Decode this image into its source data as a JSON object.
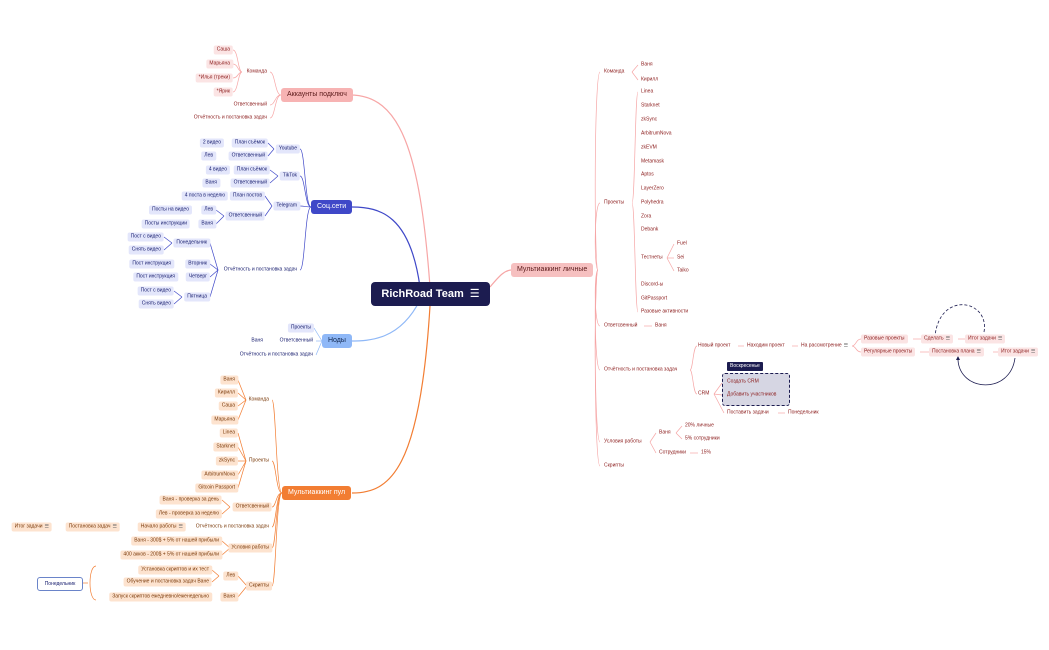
{
  "root": {
    "label": "RichRoad Team"
  },
  "branches": {
    "accounts": {
      "label": "Аккаунты подключ",
      "team": {
        "label": "Команда",
        "members": [
          "Саша",
          "Марьяна",
          "*Илья (треки)",
          "*Ярик"
        ]
      },
      "responsible": "Ответсвенный",
      "reporting": "Отчётность и постановка задач"
    },
    "social": {
      "label": "Соц.сети",
      "youtube": {
        "label": "Youtube",
        "plan": "План съёмок",
        "plan_value": "2 видео",
        "resp": "Ответсвенный",
        "resp_value": "Лев"
      },
      "tiktok": {
        "label": "TikTok",
        "plan": "План съёмок",
        "plan_value": "4 видео",
        "resp": "Ответсвенный",
        "resp_value": "Ваня"
      },
      "telegram": {
        "label": "Telegram",
        "plan": "План постов",
        "plan_value": "4 поста в неделю",
        "resp": "Ответсвенный",
        "lev": "Лев",
        "lev_value": "Посты на видео",
        "vanya": "Ваня",
        "vanya_value": "Посты инструкции"
      },
      "reporting": {
        "label": "Отчётность и постановка задач",
        "monday": {
          "label": "Понедельник",
          "items": [
            "Пост с видео",
            "Снять видео"
          ]
        },
        "tuesday": {
          "label": "Вторник",
          "item": "Пост инструкция"
        },
        "thursday": {
          "label": "Четверг",
          "item": "Пост инструкция"
        },
        "friday": {
          "label": "Пятница",
          "items": [
            "Пост с видео",
            "Снять видео"
          ]
        }
      }
    },
    "nodes": {
      "label": "Ноды",
      "projects": "Проекты",
      "responsible": "Ответсвенный",
      "responsible_value": "Ваня",
      "reporting": "Отчётность и постановка задач"
    },
    "pool": {
      "label": "Мультиаккинг пул",
      "team": {
        "label": "Команда",
        "members": [
          "Ваня",
          "Кирилл",
          "Саша",
          "Марьяна"
        ]
      },
      "projects": {
        "label": "Проекты",
        "items": [
          "Linea",
          "Starknet",
          "zkSync",
          "ArbitrumNova",
          "Gitcoin Passport"
        ]
      },
      "responsible": {
        "label": "Ответсвенный",
        "items": [
          "Ваня - проверка за день",
          "Лев - проверка за неделю"
        ]
      },
      "reporting": {
        "label": "Отчётность и постановка задач",
        "start": "Начало работы",
        "set": "Постановка задач",
        "result": "Итог задачи"
      },
      "conditions": {
        "label": "Условия работы",
        "items": [
          "Ваня - 300$ + 5% от нашей прибыли",
          "400 акков - 200$ + 5% от нашей прибыли"
        ]
      },
      "scripts": {
        "label": "Скрипты",
        "lev": {
          "label": "Лев",
          "items": [
            "Установка скриптов и их тест",
            "Обучение и постановка задач Ване"
          ]
        },
        "vanya": {
          "label": "Ваня",
          "item": "Запуск скриптов ежедневно/еженедельно"
        },
        "monday_box": "Понедельник"
      }
    },
    "personal": {
      "label": "Мультиаккинг личные",
      "team": {
        "label": "Команда",
        "members": [
          "Ваня",
          "Кирилл"
        ]
      },
      "projects": {
        "label": "Проекты",
        "items": [
          "Linea",
          "Starknet",
          "zkSync",
          "ArbitrumNova",
          "zkEVM",
          "Metamask",
          "Aptos",
          "LayerZero",
          "Polyhedra",
          "Zora",
          "Debank"
        ],
        "testnets": {
          "label": "Тестнеты",
          "items": [
            "Fuel",
            "Sei",
            "Taiko"
          ]
        },
        "after": [
          "Discord-ы",
          "GitPassport",
          "Разовые активности"
        ]
      },
      "responsible": {
        "label": "Ответсвенный",
        "value": "Ваня"
      },
      "reporting": {
        "label": "Отчётность и постановка задач",
        "new_project": "Новый проект",
        "find_project": "Находим проект",
        "review": "На рассмотрение",
        "one_off": "Разовые проекты",
        "done": "Сделать",
        "result1": "Итог задачи",
        "regular": "Регулярные проекты",
        "set_plan": "Постановка плана",
        "result2": "Итог задачи",
        "crm": "CRM",
        "sunday": "Воскресенье",
        "create_crm": "Создать CRM",
        "add_members": "Добавить участников",
        "set_tasks": "Поставить задачи",
        "monday": "Понедельник"
      },
      "conditions": {
        "label": "Условия работы",
        "vanya": {
          "label": "Ваня",
          "items": [
            "20% личные",
            "5% сотрудники"
          ]
        },
        "staff": {
          "label": "Сотрудники",
          "value": "15%"
        }
      },
      "scripts": "Скрипты"
    }
  },
  "colors": {
    "root": "#1c1c50",
    "accounts": "#f7b3b3",
    "social": "#3f48c8",
    "nodes": "#8fb8f7",
    "pool": "#f27d32",
    "personal": "#f6c0c0"
  }
}
